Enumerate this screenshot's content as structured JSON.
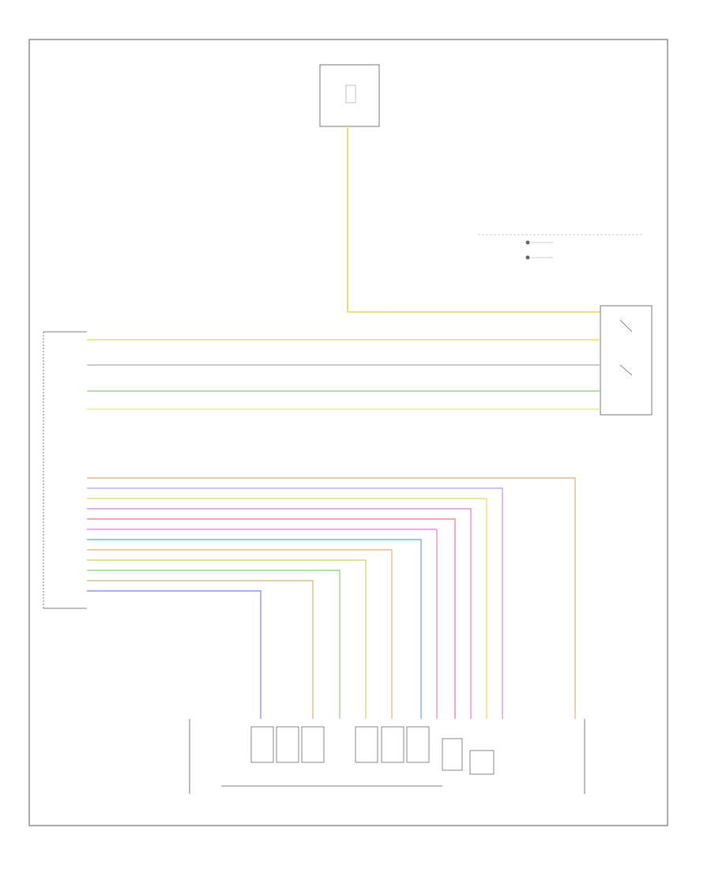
{
  "diagram": {
    "footer_code": "",
    "caption": ""
  },
  "colors": {
    "frame": "#555555",
    "wires": {
      "yellow": "#e4e070",
      "green": "#9ad68a",
      "pale_yellow": "#ece8a6",
      "lavender": "#c9a6f0",
      "pink": "#e88fd8",
      "orange": "#efb88e",
      "red_pink": "#f08a9a",
      "blue": "#7f9ce8",
      "teal": "#7ab9c8",
      "lime": "#c9e070",
      "gray": "#bbbbbb",
      "tan": "#d8c090"
    }
  },
  "components": [
    {
      "id": "top-module",
      "name": ""
    },
    {
      "id": "instrument-panel-cluster",
      "name": ""
    },
    {
      "id": "powertrain-control-module",
      "name": ""
    },
    {
      "id": "tr-sensor-switch",
      "name": ""
    },
    {
      "id": "transmission-assembly",
      "name": ""
    }
  ],
  "wires": [
    {
      "id": "w-upper-1",
      "color": "yellow"
    },
    {
      "id": "w-upper-2",
      "color": "gray"
    },
    {
      "id": "w-upper-3",
      "color": "green"
    },
    {
      "id": "w-upper-4",
      "color": "pale_yellow"
    },
    {
      "id": "w-lower-1",
      "color": "tan"
    },
    {
      "id": "w-lower-2",
      "color": "lavender"
    },
    {
      "id": "w-lower-3",
      "color": "yellow"
    },
    {
      "id": "w-lower-4",
      "color": "pink"
    },
    {
      "id": "w-lower-5",
      "color": "red_pink"
    },
    {
      "id": "w-lower-6",
      "color": "pink"
    },
    {
      "id": "w-lower-7",
      "color": "teal"
    },
    {
      "id": "w-lower-8",
      "color": "orange"
    },
    {
      "id": "w-lower-9",
      "color": "lime"
    },
    {
      "id": "w-lower-10",
      "color": "green"
    },
    {
      "id": "w-lower-11",
      "color": "tan"
    },
    {
      "id": "w-lower-12",
      "color": "blue"
    }
  ],
  "solenoids": [
    {
      "id": "sol-1"
    },
    {
      "id": "sol-2"
    },
    {
      "id": "sol-3"
    },
    {
      "id": "sol-4"
    },
    {
      "id": "sol-5"
    },
    {
      "id": "sol-6"
    }
  ]
}
